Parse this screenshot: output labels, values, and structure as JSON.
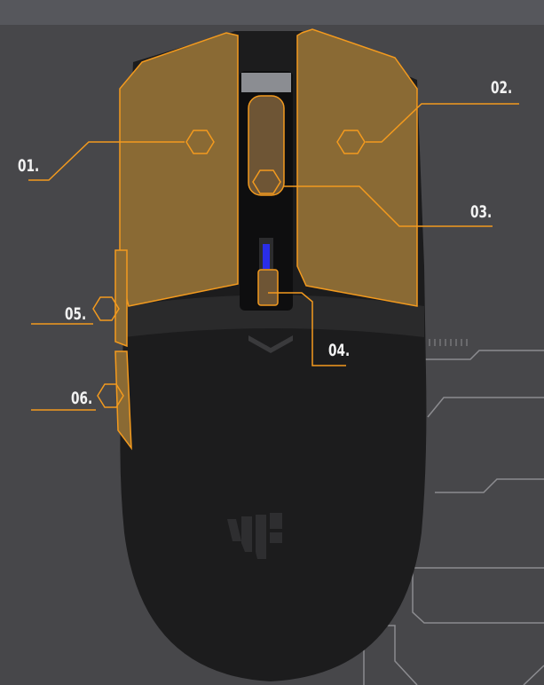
{
  "colors": {
    "accent": "#f39a1e",
    "pad": "#8a6a34",
    "mouse": "#1b1b1c",
    "background": "#47474a"
  },
  "callouts": [
    {
      "id": "01",
      "label": "01."
    },
    {
      "id": "02",
      "label": "02."
    },
    {
      "id": "03",
      "label": "03."
    },
    {
      "id": "04",
      "label": "04."
    },
    {
      "id": "05",
      "label": "05."
    },
    {
      "id": "06",
      "label": "06."
    }
  ]
}
